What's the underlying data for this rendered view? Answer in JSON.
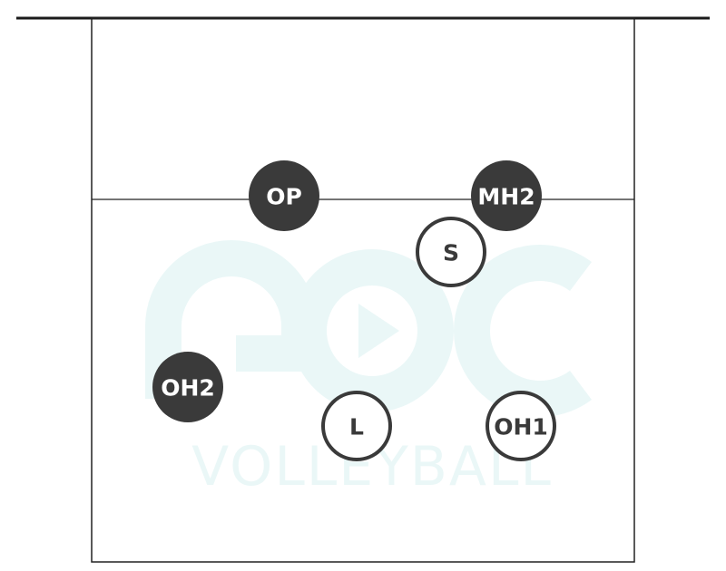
{
  "diagram": {
    "colors": {
      "court_line": "#222222",
      "net_line": "#1a1a1a",
      "dark_fill": "#3a3a3a",
      "dark_text": "#ffffff",
      "light_fill": "#ffffff",
      "light_stroke": "#3a3a3a",
      "light_text": "#3a3a3a",
      "watermark": "#eaf7f7"
    },
    "watermark": {
      "text": "VOLLEYBALL"
    },
    "players": [
      {
        "id": "op",
        "label": "OP",
        "style": "dark"
      },
      {
        "id": "mh2",
        "label": "MH2",
        "style": "dark"
      },
      {
        "id": "s",
        "label": "S",
        "style": "light"
      },
      {
        "id": "oh2",
        "label": "OH2",
        "style": "dark"
      },
      {
        "id": "l",
        "label": "L",
        "style": "light"
      },
      {
        "id": "oh1",
        "label": "OH1",
        "style": "light"
      }
    ]
  }
}
